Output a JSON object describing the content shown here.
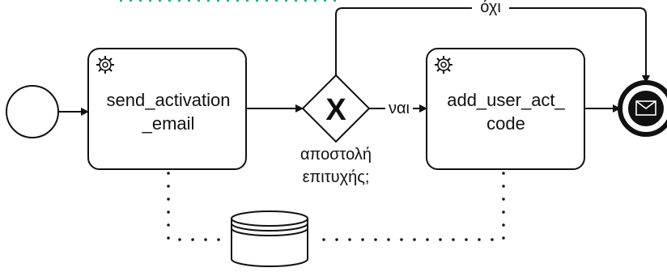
{
  "diagram": {
    "tasks": [
      {
        "id": "send_activation_email",
        "label_lines": [
          "send_activation",
          "_email"
        ],
        "icon": "gear-icon"
      },
      {
        "id": "add_user_act_code",
        "label_lines": [
          "add_user_act_",
          "code"
        ],
        "icon": "gear-icon"
      }
    ],
    "gateway": {
      "symbol": "X",
      "label_lines": [
        "αποστολή",
        "επιτυχής;"
      ]
    },
    "flows": {
      "yes_label": "ναι",
      "no_label": "όχι"
    },
    "events": {
      "start": {
        "type": "start-event"
      },
      "end": {
        "type": "message-end-event",
        "icon": "envelope-icon"
      }
    },
    "data_store": {
      "icon": "database-icon"
    },
    "colors": {
      "stroke": "#111111",
      "fill": "#ffffff",
      "accent_fragment": "#22b573"
    }
  }
}
